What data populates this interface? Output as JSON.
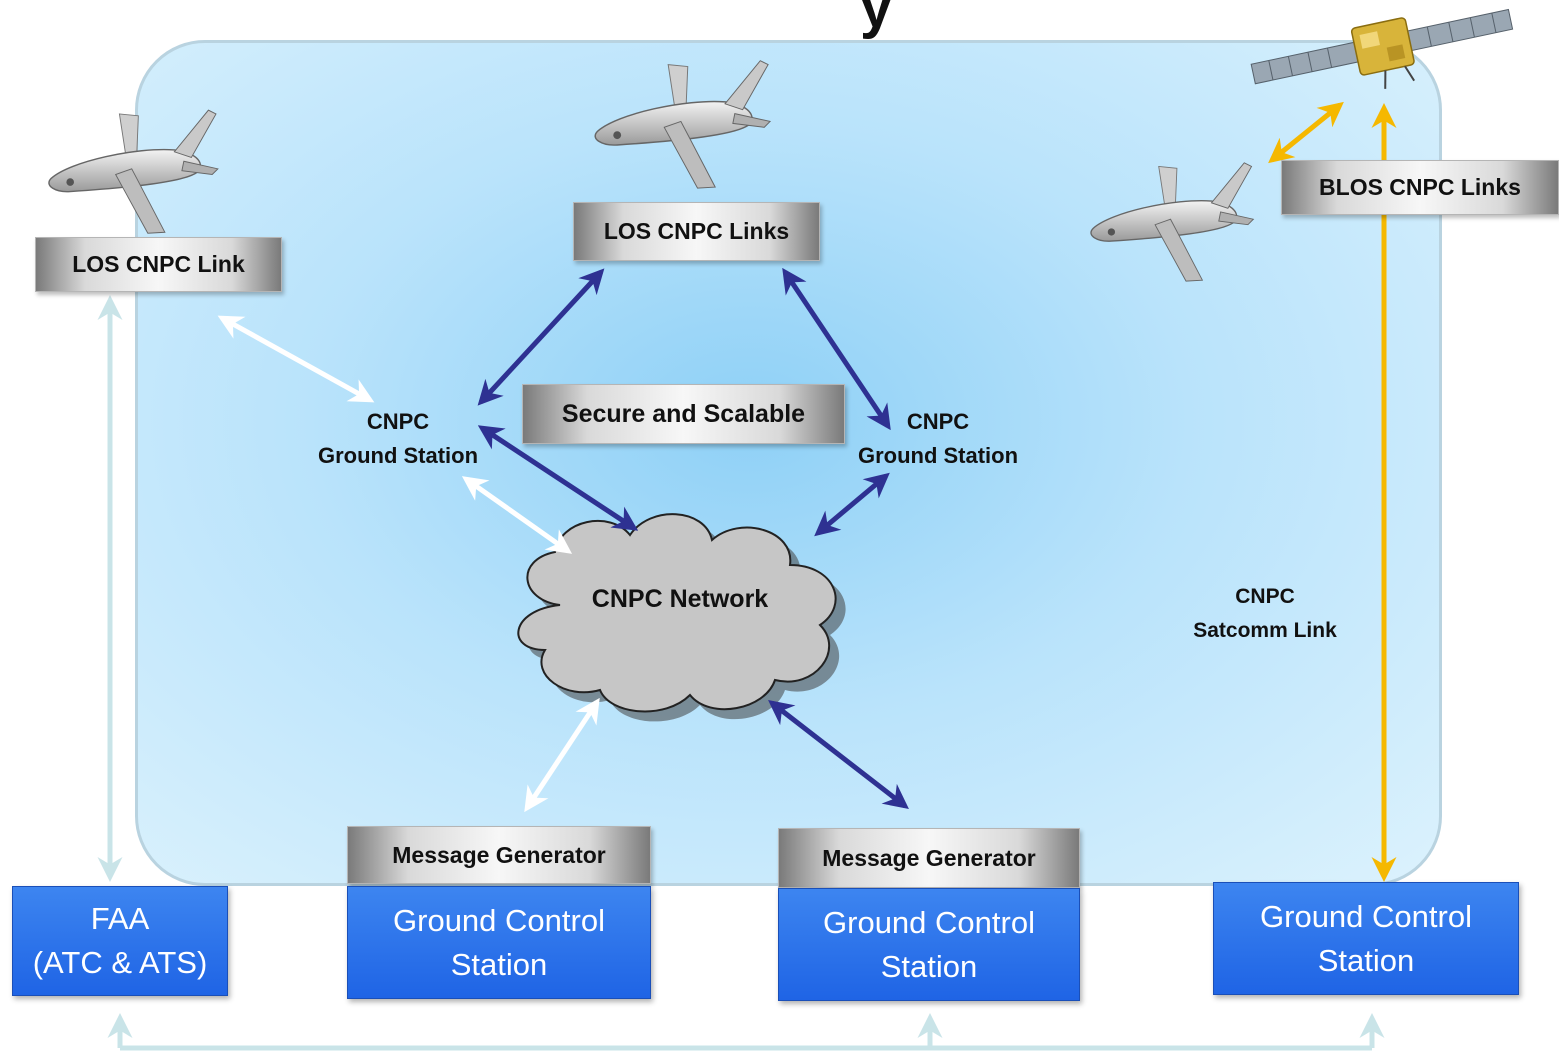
{
  "title_fragment": "y",
  "labels": {
    "los_link_left": "LOS CNPC Link",
    "los_links_top": "LOS CNPC Links",
    "blos_links": "BLOS CNPC Links",
    "secure": "Secure and Scalable",
    "msg_gen_1": "Message Generator",
    "msg_gen_2": "Message Generator"
  },
  "ground_station_left": {
    "line1": "CNPC",
    "line2": "Ground Station"
  },
  "ground_station_right": {
    "line1": "CNPC",
    "line2": "Ground Station"
  },
  "satcomm": {
    "line1": "CNPC",
    "line2": "Satcomm Link"
  },
  "cloud": {
    "label": "CNPC Network"
  },
  "boxes": {
    "faa": {
      "line1": "FAA",
      "line2": "(ATC & ATS)"
    },
    "gcs1": {
      "line1": "Ground Control",
      "line2": "Station"
    },
    "gcs2": {
      "line1": "Ground Control",
      "line2": "Station"
    },
    "gcs3": {
      "line1": "Ground Control",
      "line2": "Station"
    }
  },
  "colors": {
    "region_center": "#8ed0f6",
    "region_edge": "#dcf2fd",
    "navy_arrow": "#2e3192",
    "white_arrow": "#ffffff",
    "satcomm_arrow": "#f5b800",
    "pale_arrow": "#c9e4e8",
    "gcs_blue": "#2a6eea"
  },
  "icons": [
    "uav-icon",
    "satellite-icon",
    "cloud-icon"
  ]
}
